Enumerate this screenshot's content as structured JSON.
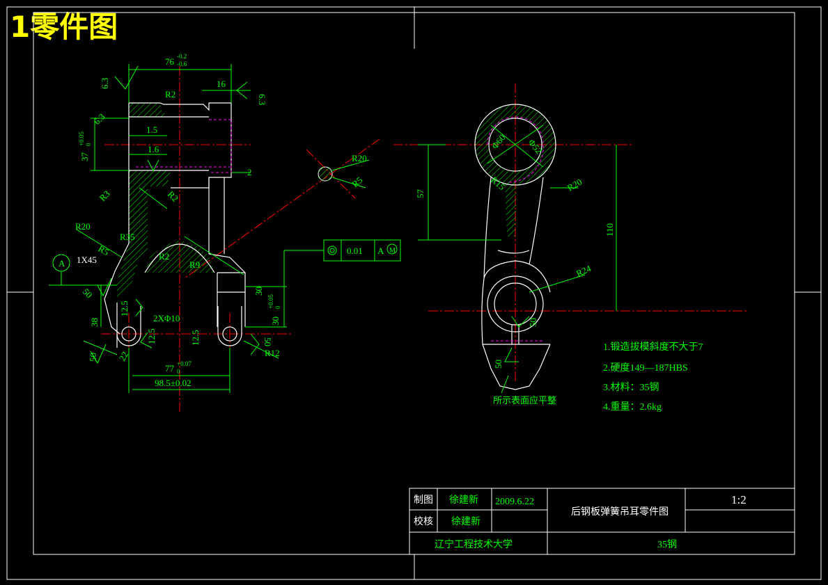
{
  "heading": "1零件图",
  "colors": {
    "outline": "#ffffff",
    "dimension": "#00ff00",
    "centerline": "#ff0000",
    "hidden": "#ff00ff",
    "heading": "#ffff00"
  },
  "left_view": {
    "dims": {
      "d76": "76",
      "d76_tol_up": "-0.2",
      "d76_tol_dn": "-0.6",
      "d16": "16",
      "r2_top": "R2",
      "d1_5": "1.5",
      "d1_6": "1.6",
      "d2": "2",
      "d37": "37",
      "d37_tol": "+0.05",
      "d37_tol0": "0",
      "r3": "R3",
      "r2_mid": "R2",
      "r20": "R20",
      "r35": "R35",
      "r5": "R5",
      "r2_low": "R2",
      "r9": "R9",
      "d30_right": "30",
      "d30_tol": "+0.05",
      "d30_tol0": "0",
      "d30_left": "30",
      "d38": "38",
      "d12_5_a": "12.5",
      "d12_5_b": "12.5",
      "d12_5_c": "12.5",
      "holes": "2XΦ10",
      "d77": "77",
      "d77_tol": "+0.07",
      "d77_tol0": "0",
      "d98_5": "98.5±0.02",
      "r12": "R12",
      "chamfer": "1X45",
      "d22": "22"
    },
    "roughness": [
      "6.3",
      "6.3",
      "6.3",
      "50",
      "50",
      "50",
      "12.5",
      "12.5"
    ],
    "datum": "A",
    "tolerance_frame": {
      "value": "0.01",
      "datum": "A",
      "modifier": "M"
    },
    "detail": {
      "r20": "R20",
      "r5": "R5"
    }
  },
  "right_view": {
    "dims": {
      "d60": "Φ60",
      "d52": "Φ52",
      "r15": "R15",
      "r20": "R20",
      "d57": "57",
      "d110": "110",
      "r24": "R24"
    },
    "roughness": [
      "50",
      "50"
    ],
    "note_surface": "所示表面应平整"
  },
  "notes": [
    "1.锻造拔模斜度不大于7",
    "2.硬度149—187HBS",
    "3.材料：35钢",
    "4.重量：2.6kg"
  ],
  "title_block": {
    "drawn_label": "制图",
    "drawn_name": "徐建新",
    "date": "2009.6.22",
    "check_label": "校核",
    "check_name": "徐建新",
    "title": "后钢板弹簧吊耳零件图",
    "scale": "1:2",
    "school": "辽宁工程技术大学",
    "material": "35钢"
  }
}
